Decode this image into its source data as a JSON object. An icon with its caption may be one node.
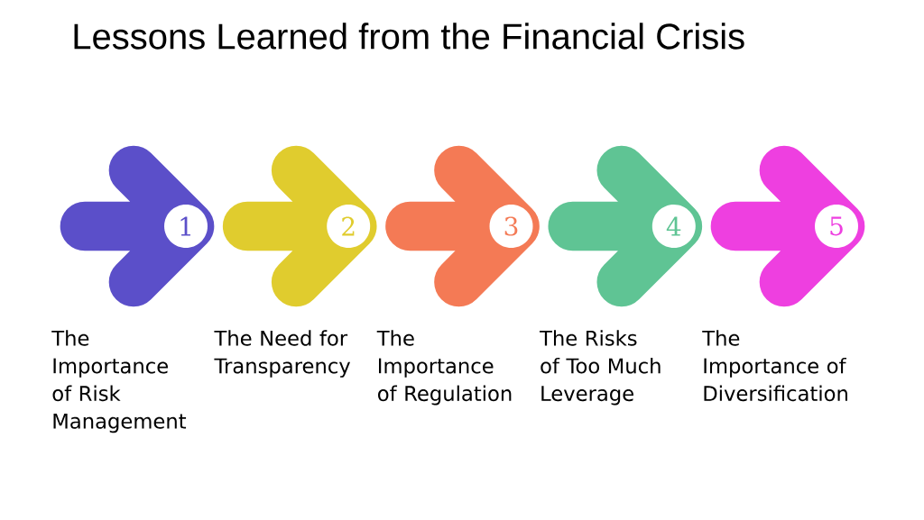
{
  "diagram": {
    "title": "Lessons Learned from the Financial Crisis",
    "nodes": [
      {
        "text": [
          "1"
        ],
        "beside": [
          "The Importance of Risk Management"
        ]
      },
      {
        "text": [
          "2"
        ],
        "beside": [
          "The Need for Transparency"
        ]
      },
      {
        "text": [
          "3"
        ],
        "beside": [
          "The Importance of Regulation"
        ]
      },
      {
        "text": [
          "4"
        ],
        "beside": [
          "The Risks of Too Much Leverage"
        ]
      },
      {
        "text": [
          "5"
        ],
        "beside": [
          "The Importance of Diversification"
        ]
      }
    ]
  }
}
